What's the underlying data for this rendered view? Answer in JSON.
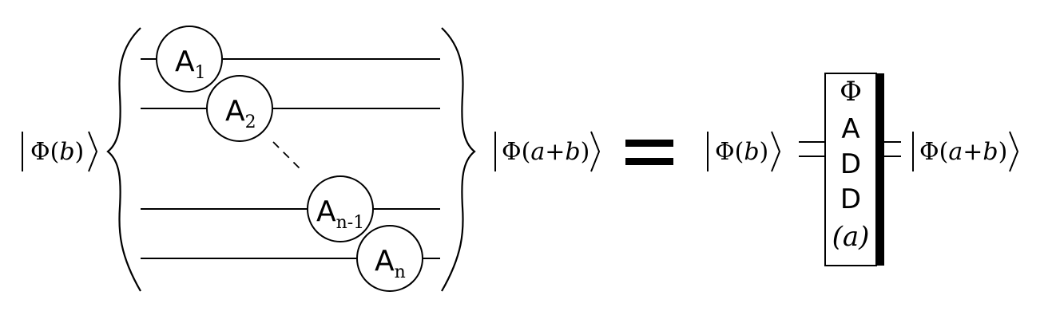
{
  "left_ket": {
    "prefix": "Φ(",
    "var": "b",
    "suffix": ")"
  },
  "circuit": {
    "gates": [
      {
        "main": "A",
        "sub": "1"
      },
      {
        "main": "A",
        "sub": "2"
      },
      {
        "main": "A",
        "sub": "n-1"
      },
      {
        "main": "A",
        "sub": "n"
      }
    ]
  },
  "middle_ket": {
    "prefix": "Φ(",
    "var1": "a",
    "plus": "+",
    "var2": "b",
    "suffix": ")"
  },
  "equals": "=",
  "right_input_ket": {
    "prefix": "Φ(",
    "var": "b",
    "suffix": ")"
  },
  "add_box": {
    "line1": "Φ",
    "line2": "A",
    "line3": "D",
    "line4": "D",
    "line5": "(a)"
  },
  "right_output_ket": {
    "prefix": "Φ(",
    "var1": "a",
    "plus": "+",
    "var2": "b",
    "suffix": ")"
  }
}
